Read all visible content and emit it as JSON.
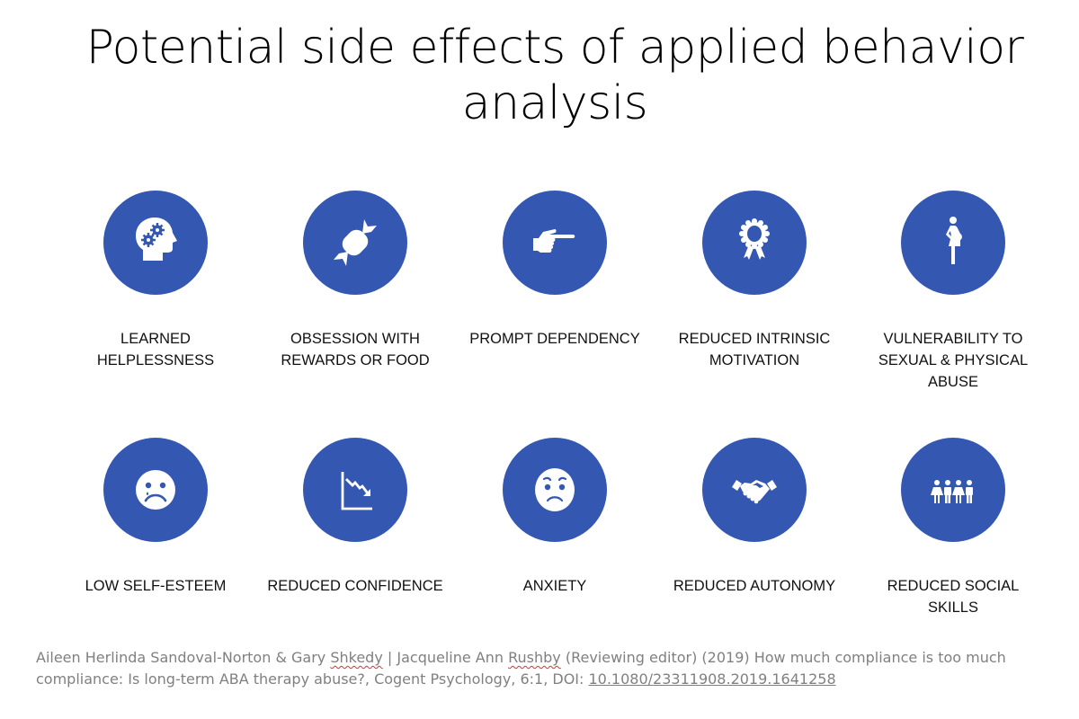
{
  "slide": {
    "title": "Potential side effects of applied behavior analysis",
    "accent_color": "#3457b1",
    "items": [
      {
        "label": "LEARNED HELPLESSNESS",
        "icon": "head-gears-icon"
      },
      {
        "label": "OBSESSION WITH REWARDS OR FOOD",
        "icon": "candy-icon"
      },
      {
        "label": "PROMPT DEPENDENCY",
        "icon": "pointing-hand-icon"
      },
      {
        "label": "REDUCED INTRINSIC MOTIVATION",
        "icon": "award-ribbon-icon"
      },
      {
        "label": "VULNERABILITY TO SEXUAL & PHYSICAL ABUSE",
        "icon": "pregnant-woman-icon"
      },
      {
        "label": "LOW SELF-ESTEEM",
        "icon": "crying-face-icon"
      },
      {
        "label": "REDUCED CONFIDENCE",
        "icon": "declining-chart-icon"
      },
      {
        "label": "ANXIETY",
        "icon": "worried-face-icon"
      },
      {
        "label": "REDUCED AUTONOMY",
        "icon": "handshake-icon"
      },
      {
        "label": "REDUCED SOCIAL SKILLS",
        "icon": "group-of-people-icon"
      }
    ],
    "citation": {
      "part1": "Aileen Herlinda Sandoval-Norton & Gary ",
      "shkedy": "Shkedy",
      "part2": " | Jacqueline Ann ",
      "rushby": "Rushby",
      "part3": " (Reviewing editor) (2019) How much compliance is too much compliance: Is long-term ABA therapy abuse?, Cogent Psychology, 6:1, DOI: ",
      "doi": "10.1080/23311908.2019.1641258"
    }
  }
}
